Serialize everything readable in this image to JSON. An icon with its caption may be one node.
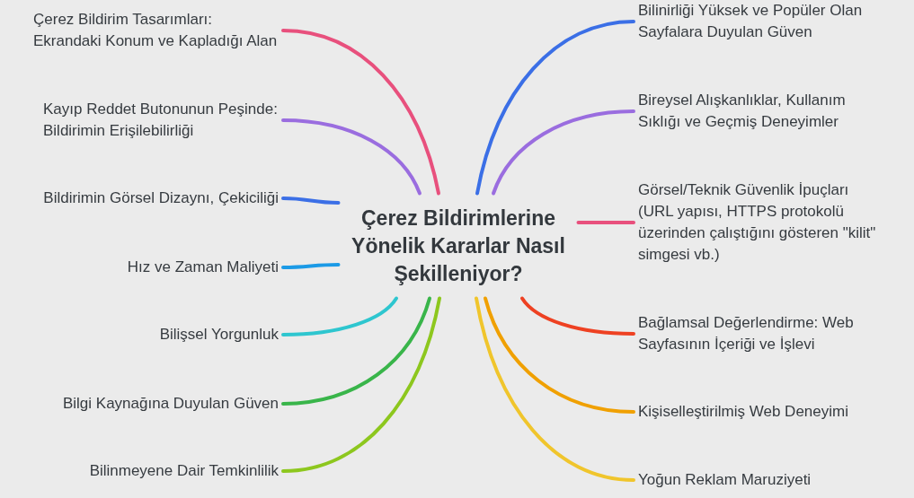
{
  "diagram": {
    "nodes": [
      {
        "text": [
          "Çerez Bildirimlerine Yönelik Kararlar Nasıl Şekilleniyor?"
        ]
      },
      {
        "text": [
          "Çerez Bildirim Tasarımları: Ekrandaki Konum ve Kapladığı Alan"
        ]
      },
      {
        "text": [
          "Kayıp Reddet Butonunun Peşinde: Bildirimin Erişilebilirliği"
        ]
      },
      {
        "text": [
          "Bildirimin Görsel Dizaynı, Çekiciliği"
        ]
      },
      {
        "text": [
          "Hız ve Zaman Maliyeti"
        ]
      },
      {
        "text": [
          "Bilişsel Yorgunluk"
        ]
      },
      {
        "text": [
          "Bilgi Kaynağına Duyulan Güven"
        ]
      },
      {
        "text": [
          "Bilinmeyene Dair Temkinlilik"
        ]
      },
      {
        "text": [
          "Bilinirliği Yüksek ve Popüler Olan Sayfalara Duyulan Güven"
        ]
      },
      {
        "text": [
          "Bireysel Alışkanlıklar, Kullanım Sıklığı ve Geçmiş Deneyimler"
        ]
      },
      {
        "text": [
          "Görsel/Teknik Güvenlik İpuçları (URL yapısı, HTTPS protokolü üzerinden çalıştığını gösteren \"kilit\" simgesi vb.)"
        ]
      },
      {
        "text": [
          "Bağlamsal Değerlendirme: Web Sayfasının İçeriği ve İşlevi"
        ]
      },
      {
        "text": [
          "Kişiselleştirilmiş Web Deneyimi"
        ]
      },
      {
        "text": [
          "Yoğun Reklam Maruziyeti"
        ]
      }
    ],
    "edges": [
      {
        "from": 0,
        "to": 1,
        "arrow": "none",
        "color": "#e8507d"
      },
      {
        "from": 0,
        "to": 2,
        "arrow": "none",
        "color": "#9a6ddf"
      },
      {
        "from": 0,
        "to": 3,
        "arrow": "none",
        "color": "#3b6fe6"
      },
      {
        "from": 0,
        "to": 4,
        "arrow": "none",
        "color": "#1b9ae6"
      },
      {
        "from": 0,
        "to": 5,
        "arrow": "none",
        "color": "#2ec6cf"
      },
      {
        "from": 0,
        "to": 6,
        "arrow": "none",
        "color": "#39b54a"
      },
      {
        "from": 0,
        "to": 7,
        "arrow": "none",
        "color": "#8dc71e"
      },
      {
        "from": 0,
        "to": 8,
        "arrow": "none",
        "color": "#3b6fe6"
      },
      {
        "from": 0,
        "to": 9,
        "arrow": "none",
        "color": "#9a6ddf"
      },
      {
        "from": 0,
        "to": 10,
        "arrow": "none",
        "color": "#e8507d"
      },
      {
        "from": 0,
        "to": 11,
        "arrow": "none",
        "color": "#ee4122"
      },
      {
        "from": 0,
        "to": 12,
        "arrow": "none",
        "color": "#f0a000"
      },
      {
        "from": 0,
        "to": 13,
        "arrow": "none",
        "color": "#f0c52c"
      }
    ]
  }
}
